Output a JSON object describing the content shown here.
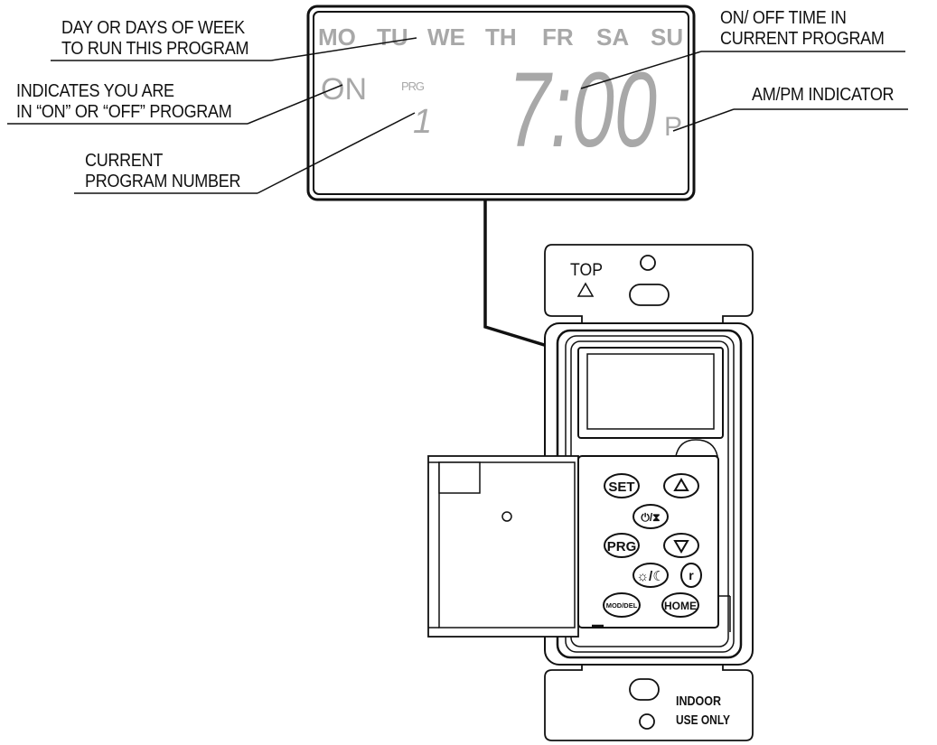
{
  "lcd": {
    "days": [
      "MO",
      "TU",
      "WE",
      "TH",
      "FR",
      "SA",
      "SU"
    ],
    "on_off": "ON",
    "prg_label": "PRG",
    "program_number": "1",
    "time": "7:00",
    "ampm": "P"
  },
  "callouts": {
    "days": [
      "DAY OR DAYS OF WEEK",
      "TO RUN THIS PROGRAM"
    ],
    "on_off": [
      "INDICATES YOU ARE",
      "IN “ON” OR “OFF” PROGRAM"
    ],
    "program_number": [
      "CURRENT",
      "PROGRAM NUMBER"
    ],
    "time": [
      "ON/ OFF TIME IN",
      "CURRENT PROGRAM"
    ],
    "ampm": [
      "AM/PM INDICATOR"
    ]
  },
  "device": {
    "top_label": "TOP",
    "indoor_label": [
      "INDOOR",
      "USE ONLY"
    ],
    "buttons": {
      "set": "SET",
      "prg": "PRG",
      "mod_del": "MOD/DEL",
      "home": "HOME",
      "power_timer": "⏻/⧗",
      "sun_moon": "☼/☾",
      "random": "r"
    }
  },
  "colors": {
    "lcd_segment": "#a8a8a8",
    "line": "#111111"
  },
  "icons": {
    "up": "up-triangle-icon",
    "down": "down-triangle-icon",
    "top_arrow": "top-triangle-icon"
  }
}
